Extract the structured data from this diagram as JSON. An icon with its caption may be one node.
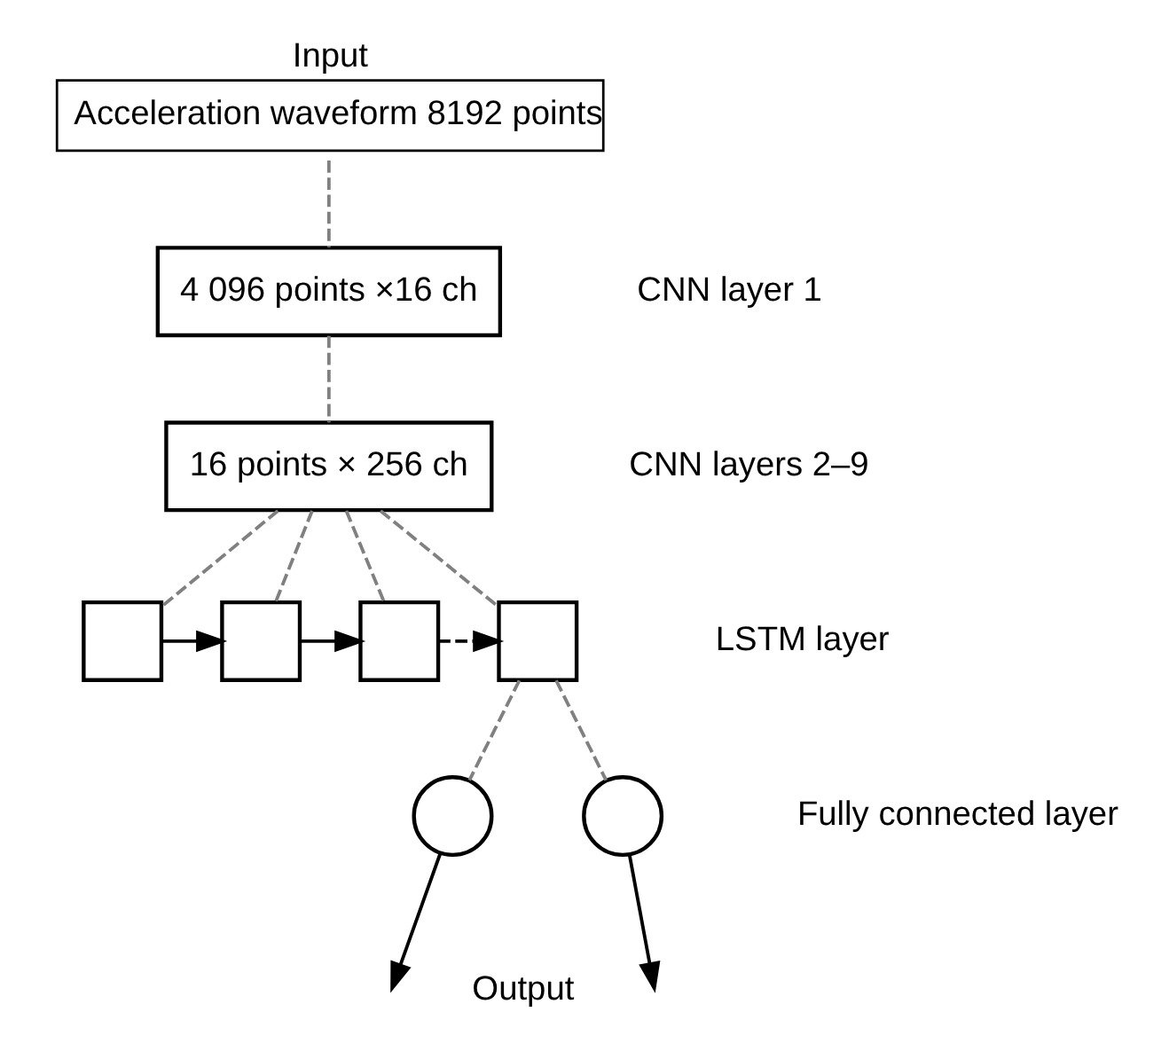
{
  "diagram": {
    "nodes": [
      {
        "text": [
          "Input",
          "Acceleration waveform 8192 points"
        ]
      },
      {
        "text": [
          "4 096 points ×16 ch"
        ]
      },
      {
        "text": [
          "16 points × 256 ch"
        ]
      },
      {
        "text": [],
        "shape": "box"
      },
      {
        "text": [],
        "shape": "box"
      },
      {
        "text": [],
        "shape": "box"
      },
      {
        "text": [],
        "shape": "box"
      },
      {
        "text": [],
        "shape": "circle"
      },
      {
        "text": [],
        "shape": "circle"
      }
    ],
    "edges": [
      {
        "from": 0,
        "to": 1,
        "arrow": "none",
        "style": "dashed"
      },
      {
        "from": 1,
        "to": 2,
        "arrow": "none",
        "style": "dashed"
      },
      {
        "from": 2,
        "to": 3,
        "arrow": "none",
        "style": "dashed"
      },
      {
        "from": 2,
        "to": 4,
        "arrow": "none",
        "style": "dashed"
      },
      {
        "from": 2,
        "to": 5,
        "arrow": "none",
        "style": "dashed"
      },
      {
        "from": 2,
        "to": 6,
        "arrow": "none",
        "style": "dashed"
      },
      {
        "from": 3,
        "to": 4,
        "arrow": "to",
        "color": "#000000"
      },
      {
        "from": 4,
        "to": 5,
        "arrow": "to",
        "color": "#000000"
      },
      {
        "from": 5,
        "to": 6,
        "arrow": "to",
        "style": "dashed",
        "color": "#000000"
      },
      {
        "from": 6,
        "to": 7,
        "arrow": "none",
        "style": "dashed"
      },
      {
        "from": 6,
        "to": 8,
        "arrow": "none",
        "style": "dashed"
      },
      {
        "from": 7,
        "to": null,
        "arrow": "to",
        "color": "#000000"
      },
      {
        "from": 8,
        "to": null,
        "arrow": "to",
        "color": "#000000"
      }
    ],
    "labels": [
      "CNN layer 1",
      "CNN layers 2–9",
      "LSTM layer",
      "Fully connected layer",
      "Output"
    ]
  }
}
